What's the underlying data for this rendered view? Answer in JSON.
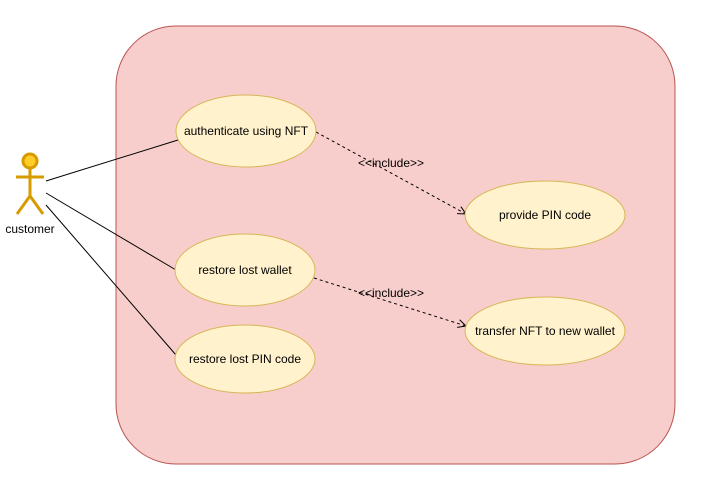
{
  "colors": {
    "system_fill": "#f8cecc",
    "system_stroke": "#b85450",
    "usecase_fill": "#fff2cc",
    "usecase_stroke": "#d6b656",
    "actor_fill": "#ffcd28",
    "actor_stroke": "#d79b00",
    "line": "#000000"
  },
  "actor": {
    "label": "customer"
  },
  "use_cases": {
    "authenticate": "authenticate using NFT",
    "restore_wallet": "restore lost wallet",
    "restore_pin": "restore lost PIN code",
    "provide_pin": "provide PIN code",
    "transfer_nft": "transfer NFT to new wallet"
  },
  "relations": {
    "include_1": "<<include>>",
    "include_2": "<<include>>"
  }
}
